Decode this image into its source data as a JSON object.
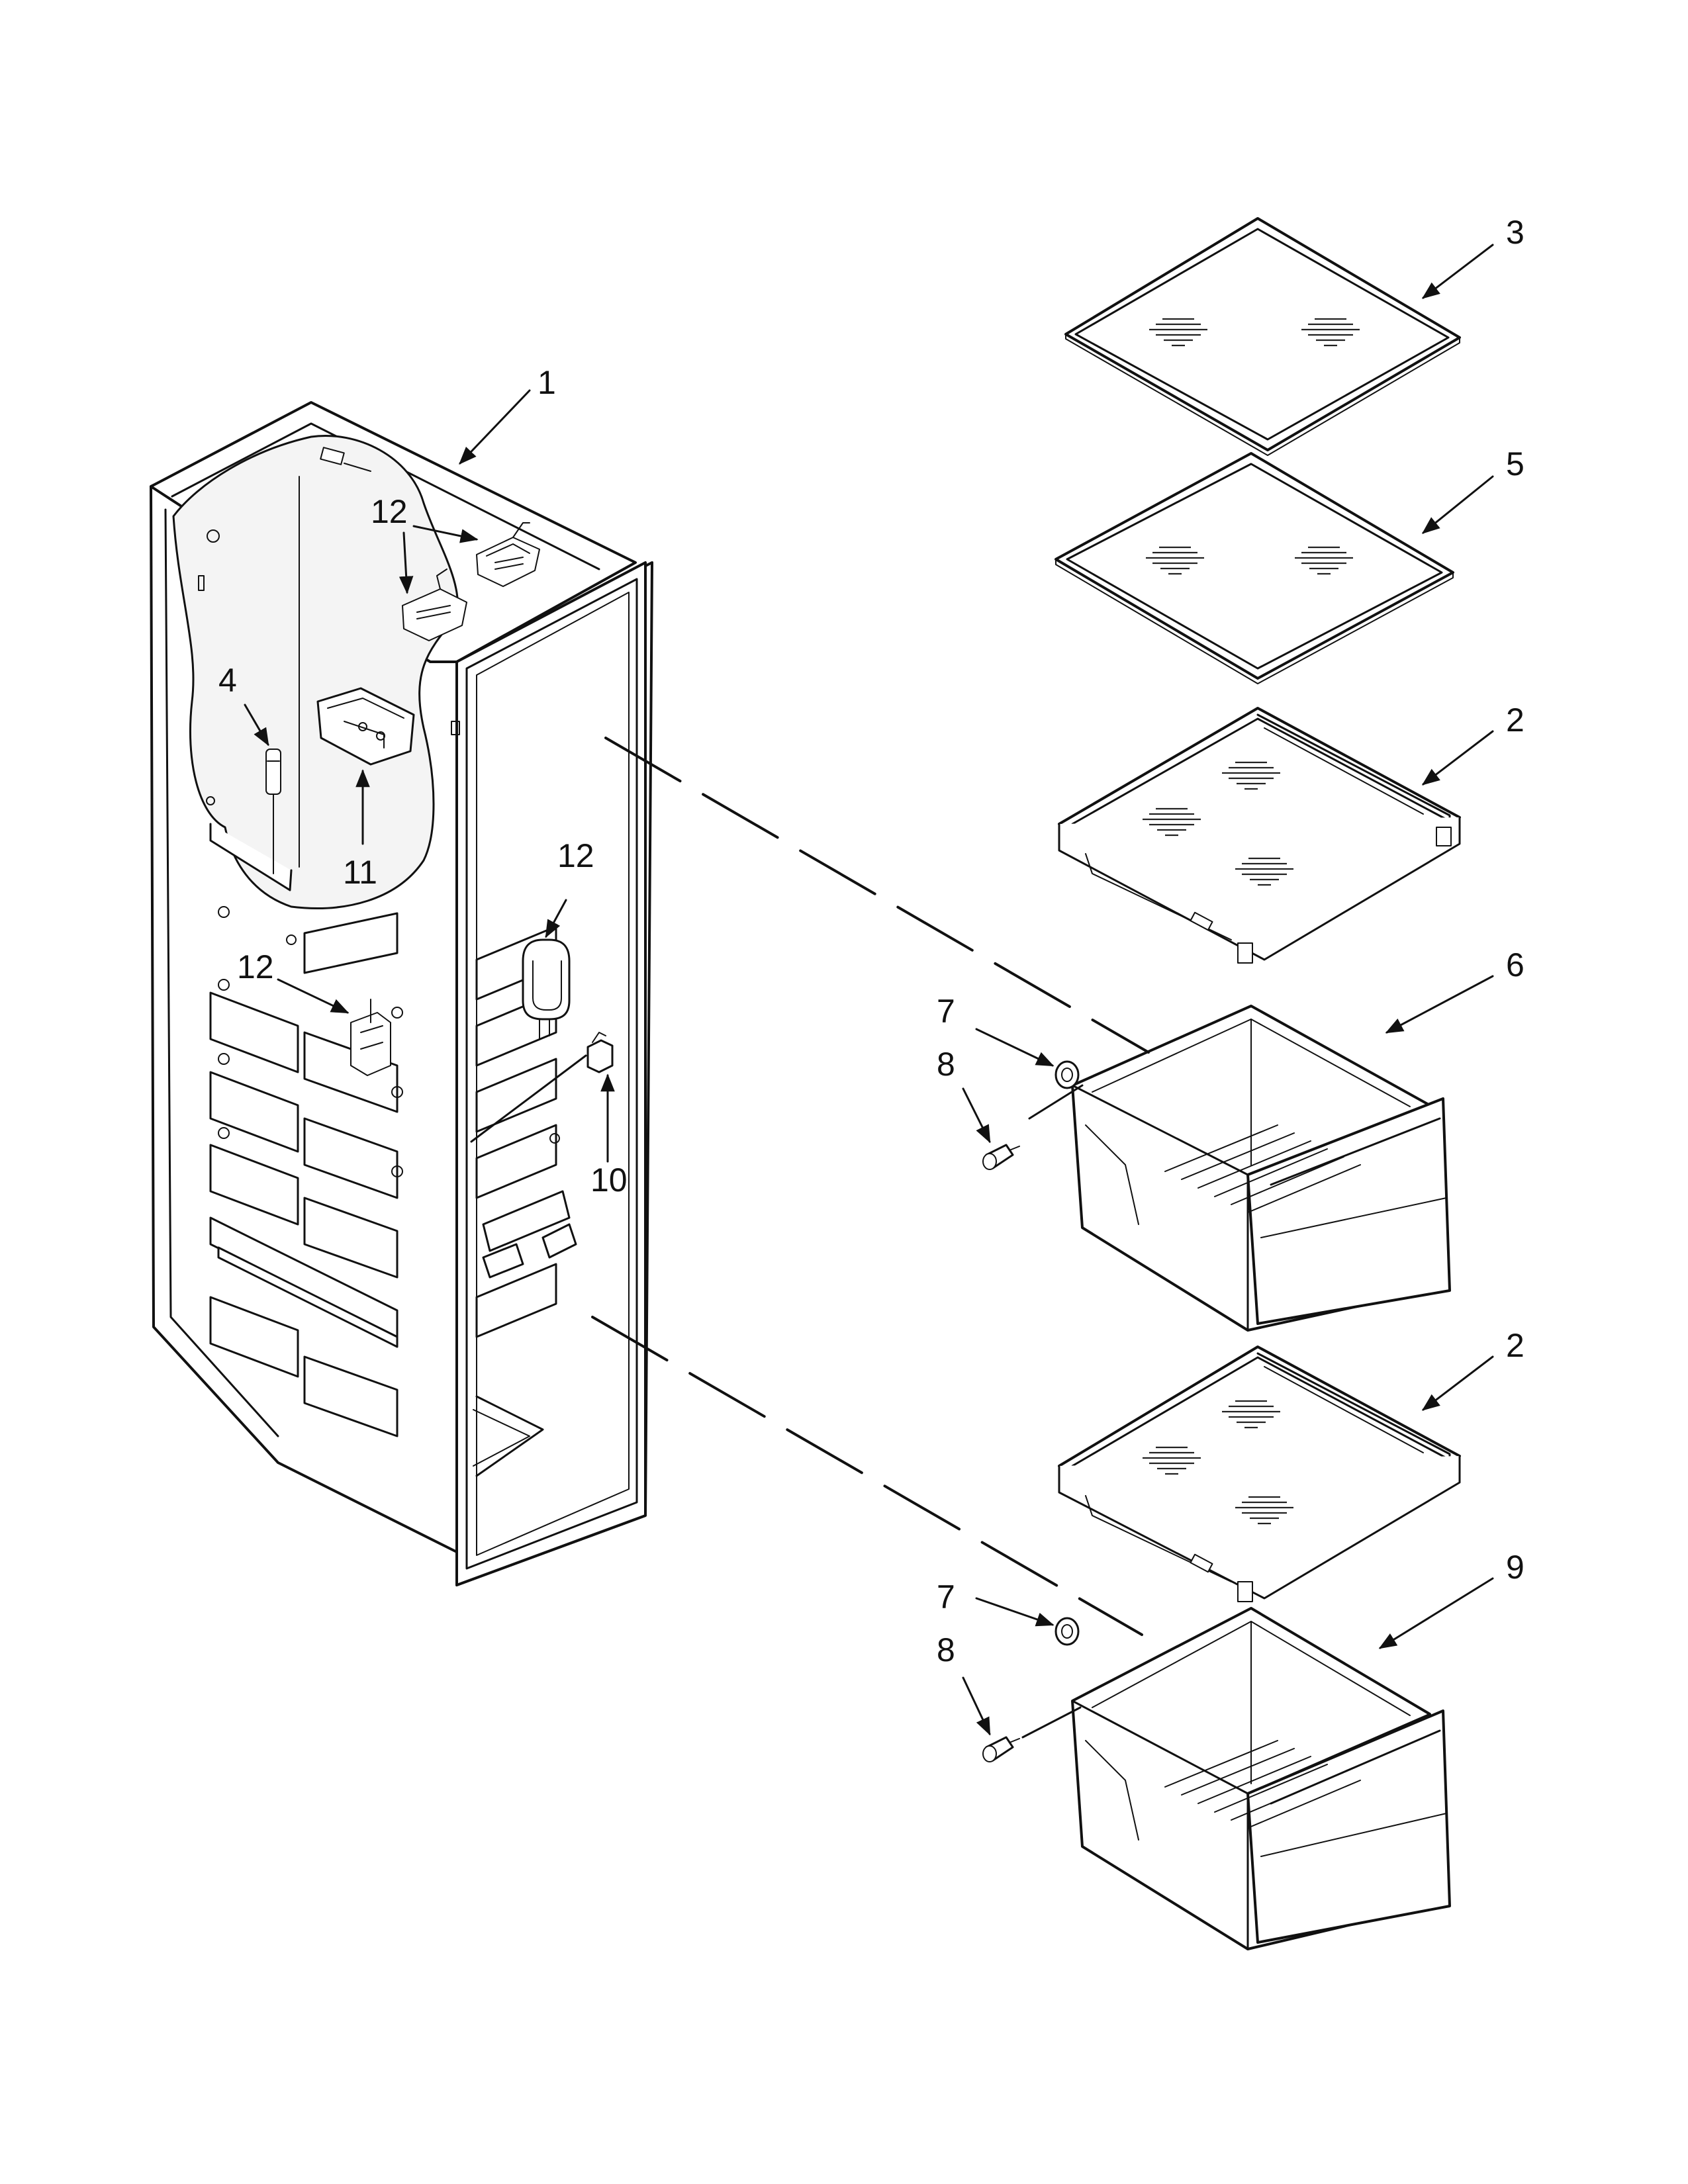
{
  "diagram": {
    "callouts": [
      {
        "id": "c1",
        "text": "1"
      },
      {
        "id": "c3",
        "text": "3"
      },
      {
        "id": "c5",
        "text": "5"
      },
      {
        "id": "c2a",
        "text": "2"
      },
      {
        "id": "c6",
        "text": "6"
      },
      {
        "id": "c2b",
        "text": "2"
      },
      {
        "id": "c9",
        "text": "9"
      },
      {
        "id": "c4",
        "text": "4"
      },
      {
        "id": "c11",
        "text": "11"
      },
      {
        "id": "c12a",
        "text": "12"
      },
      {
        "id": "c12b",
        "text": "12"
      },
      {
        "id": "c12c",
        "text": "12"
      },
      {
        "id": "c10",
        "text": "10"
      },
      {
        "id": "c7a",
        "text": "7"
      },
      {
        "id": "c8a",
        "text": "8"
      },
      {
        "id": "c7b",
        "text": "7"
      },
      {
        "id": "c8b",
        "text": "8"
      }
    ]
  }
}
